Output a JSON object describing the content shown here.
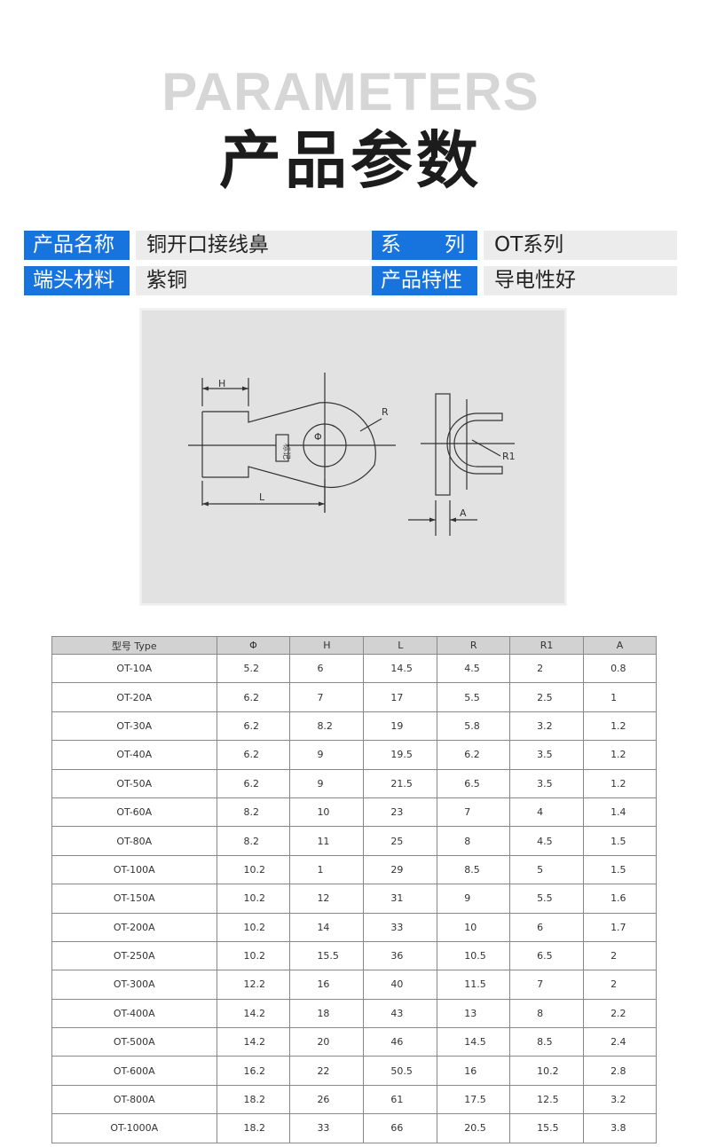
{
  "header": {
    "title_en": "PARAMETERS",
    "title_cn": "产品参数"
  },
  "specs": [
    {
      "label": "产品名称",
      "value": "铜开口接线鼻"
    },
    {
      "label_chars": [
        "系",
        "列"
      ],
      "value": "OT系列"
    },
    {
      "label": "端头材料",
      "value": "紫铜"
    },
    {
      "label": "产品特性",
      "value": "导电性好"
    }
  ],
  "diagram": {
    "labels": {
      "h": "H",
      "l": "L",
      "r": "R",
      "phi": "Φ",
      "mark": "标记",
      "r1": "R1",
      "a": "A"
    }
  },
  "table": {
    "columns": [
      "型号 Type",
      "Φ",
      "H",
      "L",
      "R",
      "R1",
      "A"
    ],
    "rows": [
      [
        "OT-10A",
        "5.2",
        "6",
        "14.5",
        "4.5",
        "2",
        "0.8"
      ],
      [
        "OT-20A",
        "6.2",
        "7",
        "17",
        "5.5",
        "2.5",
        "1"
      ],
      [
        "OT-30A",
        "6.2",
        "8.2",
        "19",
        "5.8",
        "3.2",
        "1.2"
      ],
      [
        "OT-40A",
        "6.2",
        "9",
        "19.5",
        "6.2",
        "3.5",
        "1.2"
      ],
      [
        "OT-50A",
        "6.2",
        "9",
        "21.5",
        "6.5",
        "3.5",
        "1.2"
      ],
      [
        "OT-60A",
        "8.2",
        "10",
        "23",
        "7",
        "4",
        "1.4"
      ],
      [
        "OT-80A",
        "8.2",
        "11",
        "25",
        "8",
        "4.5",
        "1.5"
      ],
      [
        "OT-100A",
        "10.2",
        "1",
        "29",
        "8.5",
        "5",
        "1.5"
      ],
      [
        "OT-150A",
        "10.2",
        "12",
        "31",
        "9",
        "5.5",
        "1.6"
      ],
      [
        "OT-200A",
        "10.2",
        "14",
        "33",
        "10",
        "6",
        "1.7"
      ],
      [
        "OT-250A",
        "10.2",
        "15.5",
        "36",
        "10.5",
        "6.5",
        "2"
      ],
      [
        "OT-300A",
        "12.2",
        "16",
        "40",
        "11.5",
        "7",
        "2"
      ],
      [
        "OT-400A",
        "14.2",
        "18",
        "43",
        "13",
        "8",
        "2.2"
      ],
      [
        "OT-500A",
        "14.2",
        "20",
        "46",
        "14.5",
        "8.5",
        "2.4"
      ],
      [
        "OT-600A",
        "16.2",
        "22",
        "50.5",
        "16",
        "10.2",
        "2.8"
      ],
      [
        "OT-800A",
        "18.2",
        "26",
        "61",
        "17.5",
        "12.5",
        "3.2"
      ],
      [
        "OT-1000A",
        "18.2",
        "33",
        "66",
        "20.5",
        "15.5",
        "3.8"
      ]
    ]
  },
  "colors": {
    "accent": "#1773dd",
    "value_bg": "#ececec",
    "header_bg": "#d2d2d2"
  }
}
